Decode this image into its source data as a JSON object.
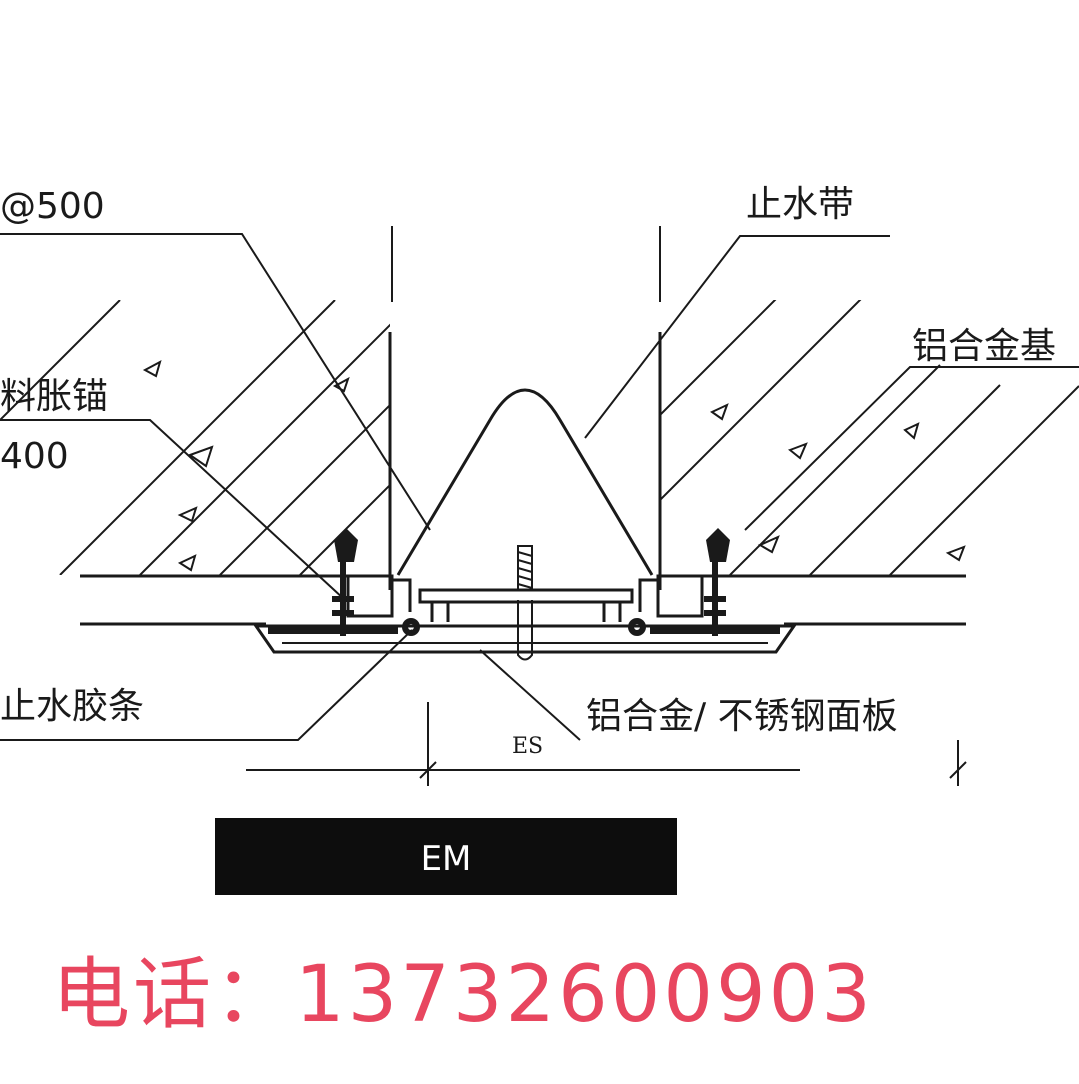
{
  "labels": {
    "spacing_top": "@500",
    "waterstop": "止水带",
    "aluminum_base": "铝合金基",
    "anchor": "料胀锚",
    "spacing_mid": "400",
    "rubber_strip": "止水胶条",
    "cover_plate": "铝合金/ 不锈钢面板",
    "es": "ES",
    "em": "EM"
  },
  "contact": {
    "phone_label": "电话：",
    "phone_number": "13732600903"
  },
  "colors": {
    "line": "#1a1a1a",
    "em_bar": "#0d0d0d",
    "phone": "#e8465f"
  }
}
